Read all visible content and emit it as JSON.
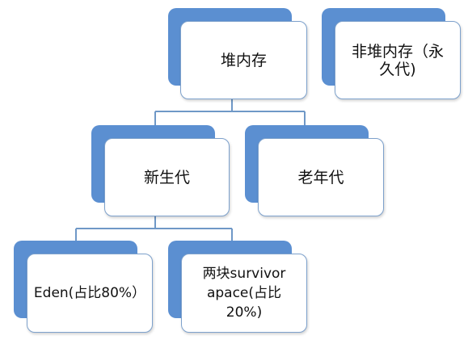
{
  "diagram": {
    "nodes": {
      "heap": {
        "label": "堆内存"
      },
      "non_heap": {
        "label": "非堆内存（永久代)"
      },
      "young_gen": {
        "label": "新生代"
      },
      "old_gen": {
        "label": "老年代"
      },
      "eden": {
        "label": "Eden(占比80%）"
      },
      "survivor": {
        "label": "两块survivor apace(占比 20%)"
      }
    },
    "colors": {
      "shadow": "#5b8fd1",
      "card_border": "#7da1cc",
      "connector": "#6f98c7"
    }
  }
}
